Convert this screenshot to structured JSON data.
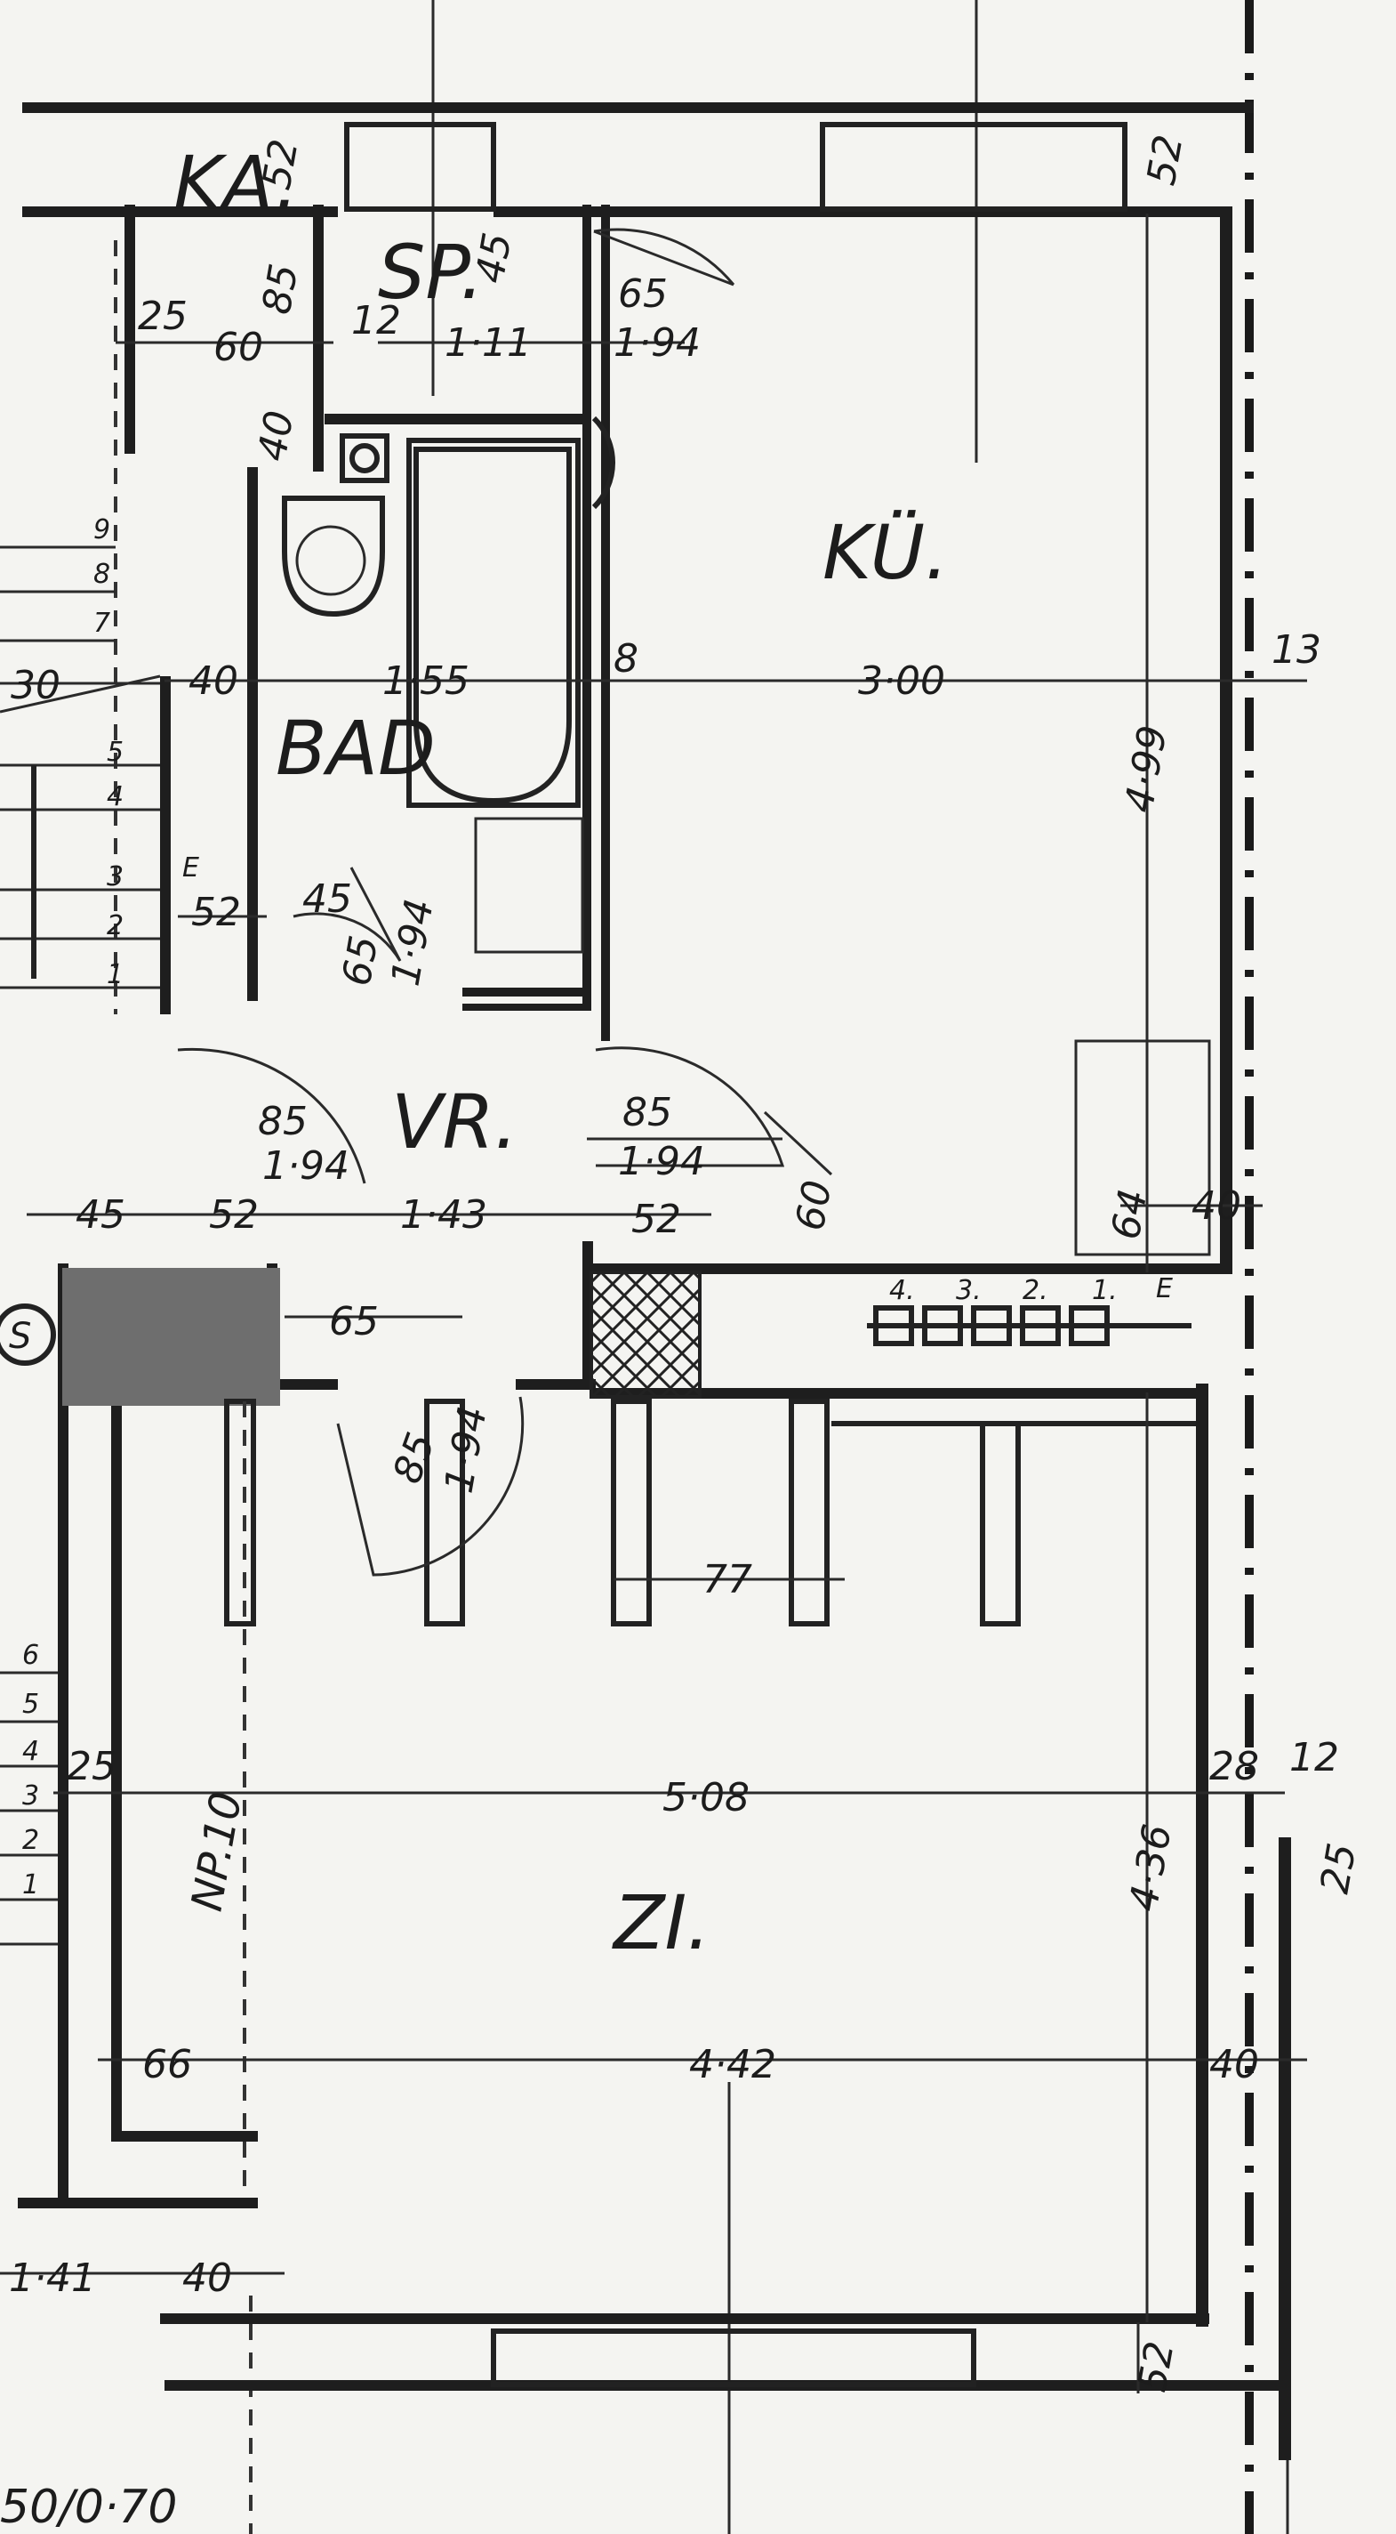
{
  "rooms": {
    "kitchen": "KÜ.",
    "bath": "BAD",
    "hall": "VR.",
    "living": "ZI.",
    "cellar": "KA.",
    "pantry": "SP."
  },
  "labels": {
    "stair_np": "NP.10",
    "marker_e1": "E",
    "marker_e2": "E",
    "sheet_note": "50/0·70",
    "section_s": "S"
  },
  "dimensions": {
    "ka_52": "52",
    "top_25": "25",
    "top_60": "60",
    "top_85": "85",
    "sp_12": "12",
    "top_45": "45",
    "top_111": "1·11",
    "door_k_65": "65",
    "door_k_194": "1·94",
    "right_52": "52",
    "wc_40": "40",
    "bath_40": "40",
    "bath_155": "1·55",
    "wall_8": "8",
    "kitchen_300": "3·00",
    "wall_13": "13",
    "kitchen_499": "4·99",
    "e_52": "52",
    "door_b_45": "45",
    "door_b_65": "65",
    "door_b_194": "1·94",
    "door_h_85": "85",
    "door_h_194": "1·94",
    "door_k2_85": "85",
    "door_k2_194": "1·94",
    "depth_60": "60",
    "dim_64": "64",
    "dim_40a": "40",
    "hall_45": "45",
    "hall_52a": "52",
    "hall_143": "1·43",
    "hall_52b": "52",
    "hall_65": "65",
    "door_z_85": "85",
    "door_z_194": "1·94",
    "dim_77": "77",
    "living_508": "5·08",
    "dim_28": "28",
    "dim_12": "12",
    "dim_25a": "25",
    "dim_25b": "25",
    "living_436": "4·36",
    "dim_66": "66",
    "living_442": "4·42",
    "dim_40b": "40",
    "dim_141": "1·41",
    "dim_40c": "40",
    "bottom_52": "52",
    "stair_30": "30",
    "radiator_4": "4.",
    "radiator_3": "3.",
    "radiator_2": "2.",
    "radiator_1": "1."
  },
  "stairs_upper": [
    "9",
    "8",
    "7",
    "5",
    "4",
    "3",
    "2",
    "1"
  ],
  "stairs_lower": [
    "6",
    "5",
    "4",
    "3",
    "2",
    "1"
  ],
  "colors": {
    "paper": "#f4f4f1",
    "ink": "#1e1e1e",
    "shaded_wall": "#6e6e6e"
  }
}
